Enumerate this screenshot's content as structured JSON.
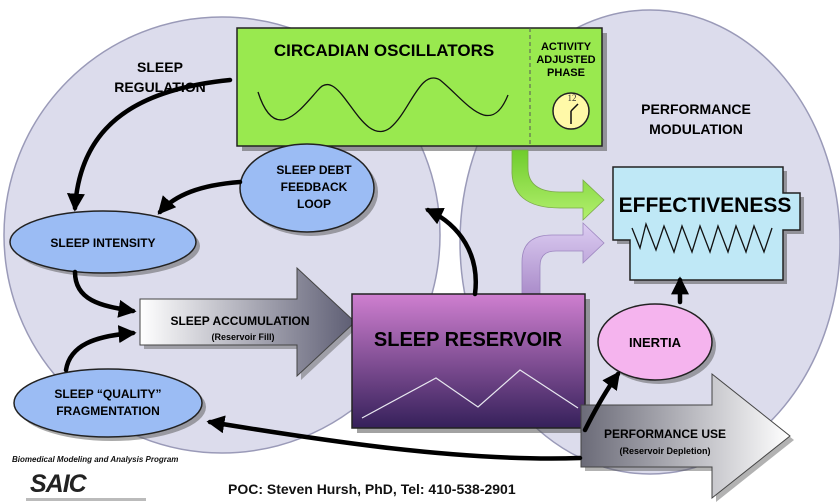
{
  "regions": {
    "sleep_regulation": [
      "SLEEP",
      "REGULATION"
    ],
    "performance_modulation": [
      "PERFORMANCE",
      "MODULATION"
    ]
  },
  "circadian": {
    "title": "CIRCADIAN OSCILLATORS",
    "activity_lines": [
      "ACTIVITY",
      "ADJUSTED",
      "PHASE"
    ],
    "clock_label": "12"
  },
  "nodes": {
    "sleep_debt": [
      "SLEEP DEBT",
      "FEEDBACK",
      "LOOP"
    ],
    "sleep_intensity": "SLEEP INTENSITY",
    "sleep_accumulation": "SLEEP ACCUMULATION",
    "reservoir_fill": "(Reservoir Fill)",
    "sleep_reservoir": "SLEEP RESERVOIR",
    "sleep_quality": [
      "SLEEP “QUALITY”",
      "FRAGMENTATION"
    ],
    "effectiveness": "EFFECTIVENESS",
    "inertia": "INERTIA",
    "performance_use": "PERFORMANCE USE",
    "reservoir_depletion": "(Reservoir Depletion)"
  },
  "footer": {
    "program": "Biomedical Modeling and Analysis Program",
    "logo": "SAIC",
    "poc": "POC: Steven Hursh, PhD, Tel: 410-538-2901"
  },
  "colors": {
    "circle_fill": "#dcdcec",
    "green": "#99e94f",
    "blue_node": "#9bbcf4",
    "pink": "#f5b4ee",
    "light_blue": "#bfe8f6",
    "reservoir": "#c06cc0"
  }
}
